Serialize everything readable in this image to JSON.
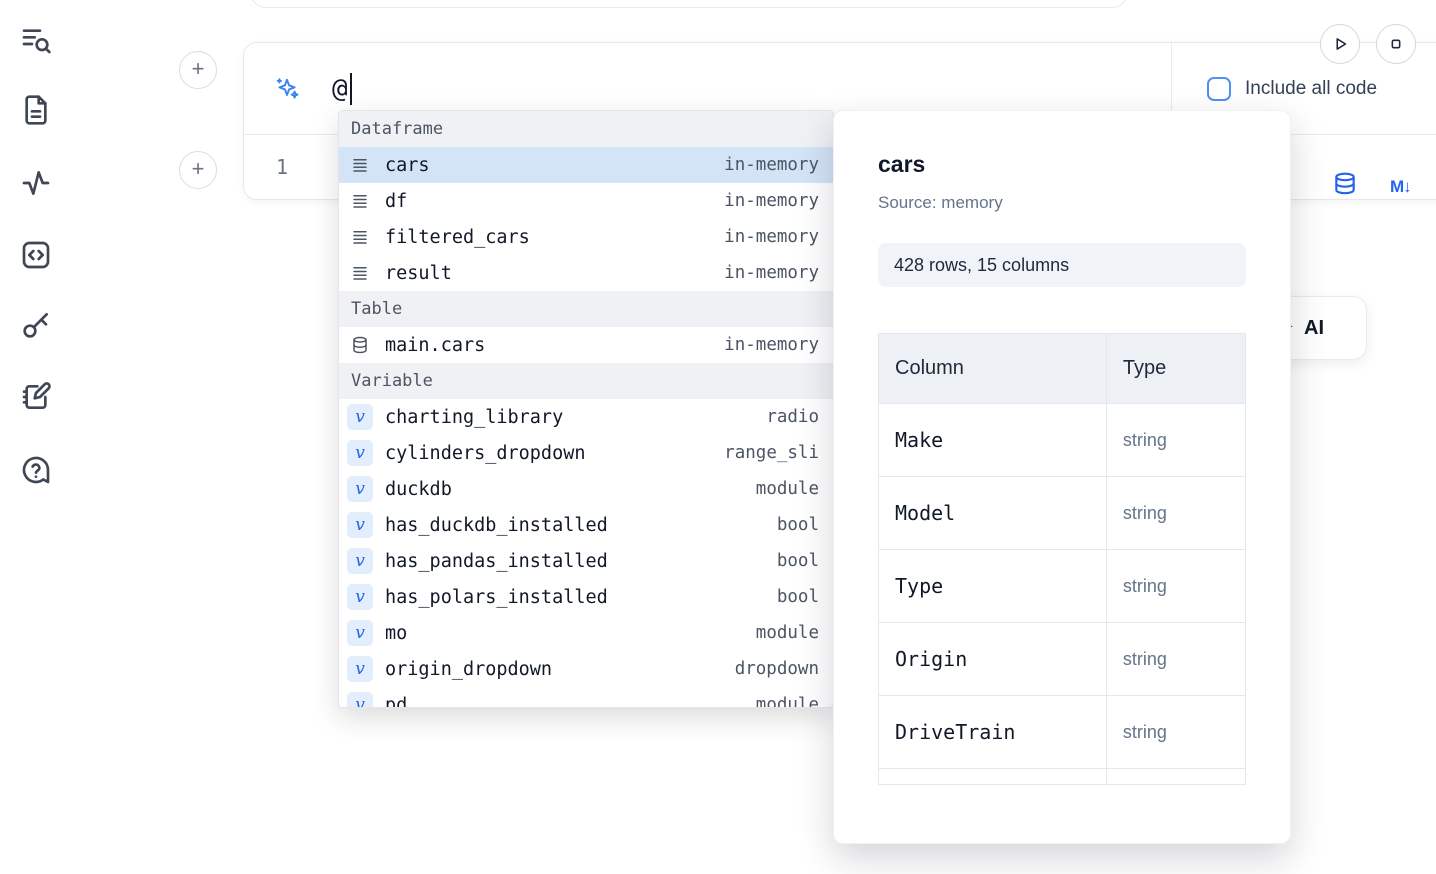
{
  "sidebar": {
    "icons": [
      {
        "name": "toc-search-icon"
      },
      {
        "name": "file-icon"
      },
      {
        "name": "activity-icon"
      },
      {
        "name": "code-snippets-icon"
      },
      {
        "name": "key-icon"
      },
      {
        "name": "scratchpad-icon"
      },
      {
        "name": "help-icon"
      }
    ]
  },
  "toolbar": {
    "run_icon": "play-icon",
    "stop_icon": "stop-icon"
  },
  "ai_panel": {
    "input_value": "@",
    "include_all_code_label": "Include all code"
  },
  "code_cell": {
    "line_number": "1",
    "tools": [
      "database-icon",
      "markdown-icon"
    ]
  },
  "completion": {
    "sections": [
      {
        "label": "Dataframe",
        "items": [
          {
            "icon": "dataframe-icon",
            "name": "cars",
            "type": "in-memory",
            "selected": true
          },
          {
            "icon": "dataframe-icon",
            "name": "df",
            "type": "in-memory"
          },
          {
            "icon": "dataframe-icon",
            "name": "filtered_cars",
            "type": "in-memory"
          },
          {
            "icon": "dataframe-icon",
            "name": "result",
            "type": "in-memory"
          }
        ]
      },
      {
        "label": "Table",
        "items": [
          {
            "icon": "database-icon",
            "name": "main.cars",
            "type": "in-memory"
          }
        ]
      },
      {
        "label": "Variable",
        "items": [
          {
            "icon": "variable-icon",
            "name": "charting_library",
            "type": "radio"
          },
          {
            "icon": "variable-icon",
            "name": "cylinders_dropdown",
            "type": "range_sli"
          },
          {
            "icon": "variable-icon",
            "name": "duckdb",
            "type": "module"
          },
          {
            "icon": "variable-icon",
            "name": "has_duckdb_installed",
            "type": "bool"
          },
          {
            "icon": "variable-icon",
            "name": "has_pandas_installed",
            "type": "bool"
          },
          {
            "icon": "variable-icon",
            "name": "has_polars_installed",
            "type": "bool"
          },
          {
            "icon": "variable-icon",
            "name": "mo",
            "type": "module"
          },
          {
            "icon": "variable-icon",
            "name": "origin_dropdown",
            "type": "dropdown"
          },
          {
            "icon": "variable-icon",
            "name": "pd",
            "type": "module"
          }
        ]
      }
    ]
  },
  "preview": {
    "title": "cars",
    "source": "Source: memory",
    "shape": "428 rows, 15 columns",
    "table": {
      "headers": [
        "Column",
        "Type"
      ],
      "rows": [
        [
          "Make",
          "string"
        ],
        [
          "Model",
          "string"
        ],
        [
          "Type",
          "string"
        ],
        [
          "Origin",
          "string"
        ],
        [
          "DriveTrain",
          "string"
        ]
      ]
    }
  },
  "ai_button": {
    "label": "AI"
  }
}
